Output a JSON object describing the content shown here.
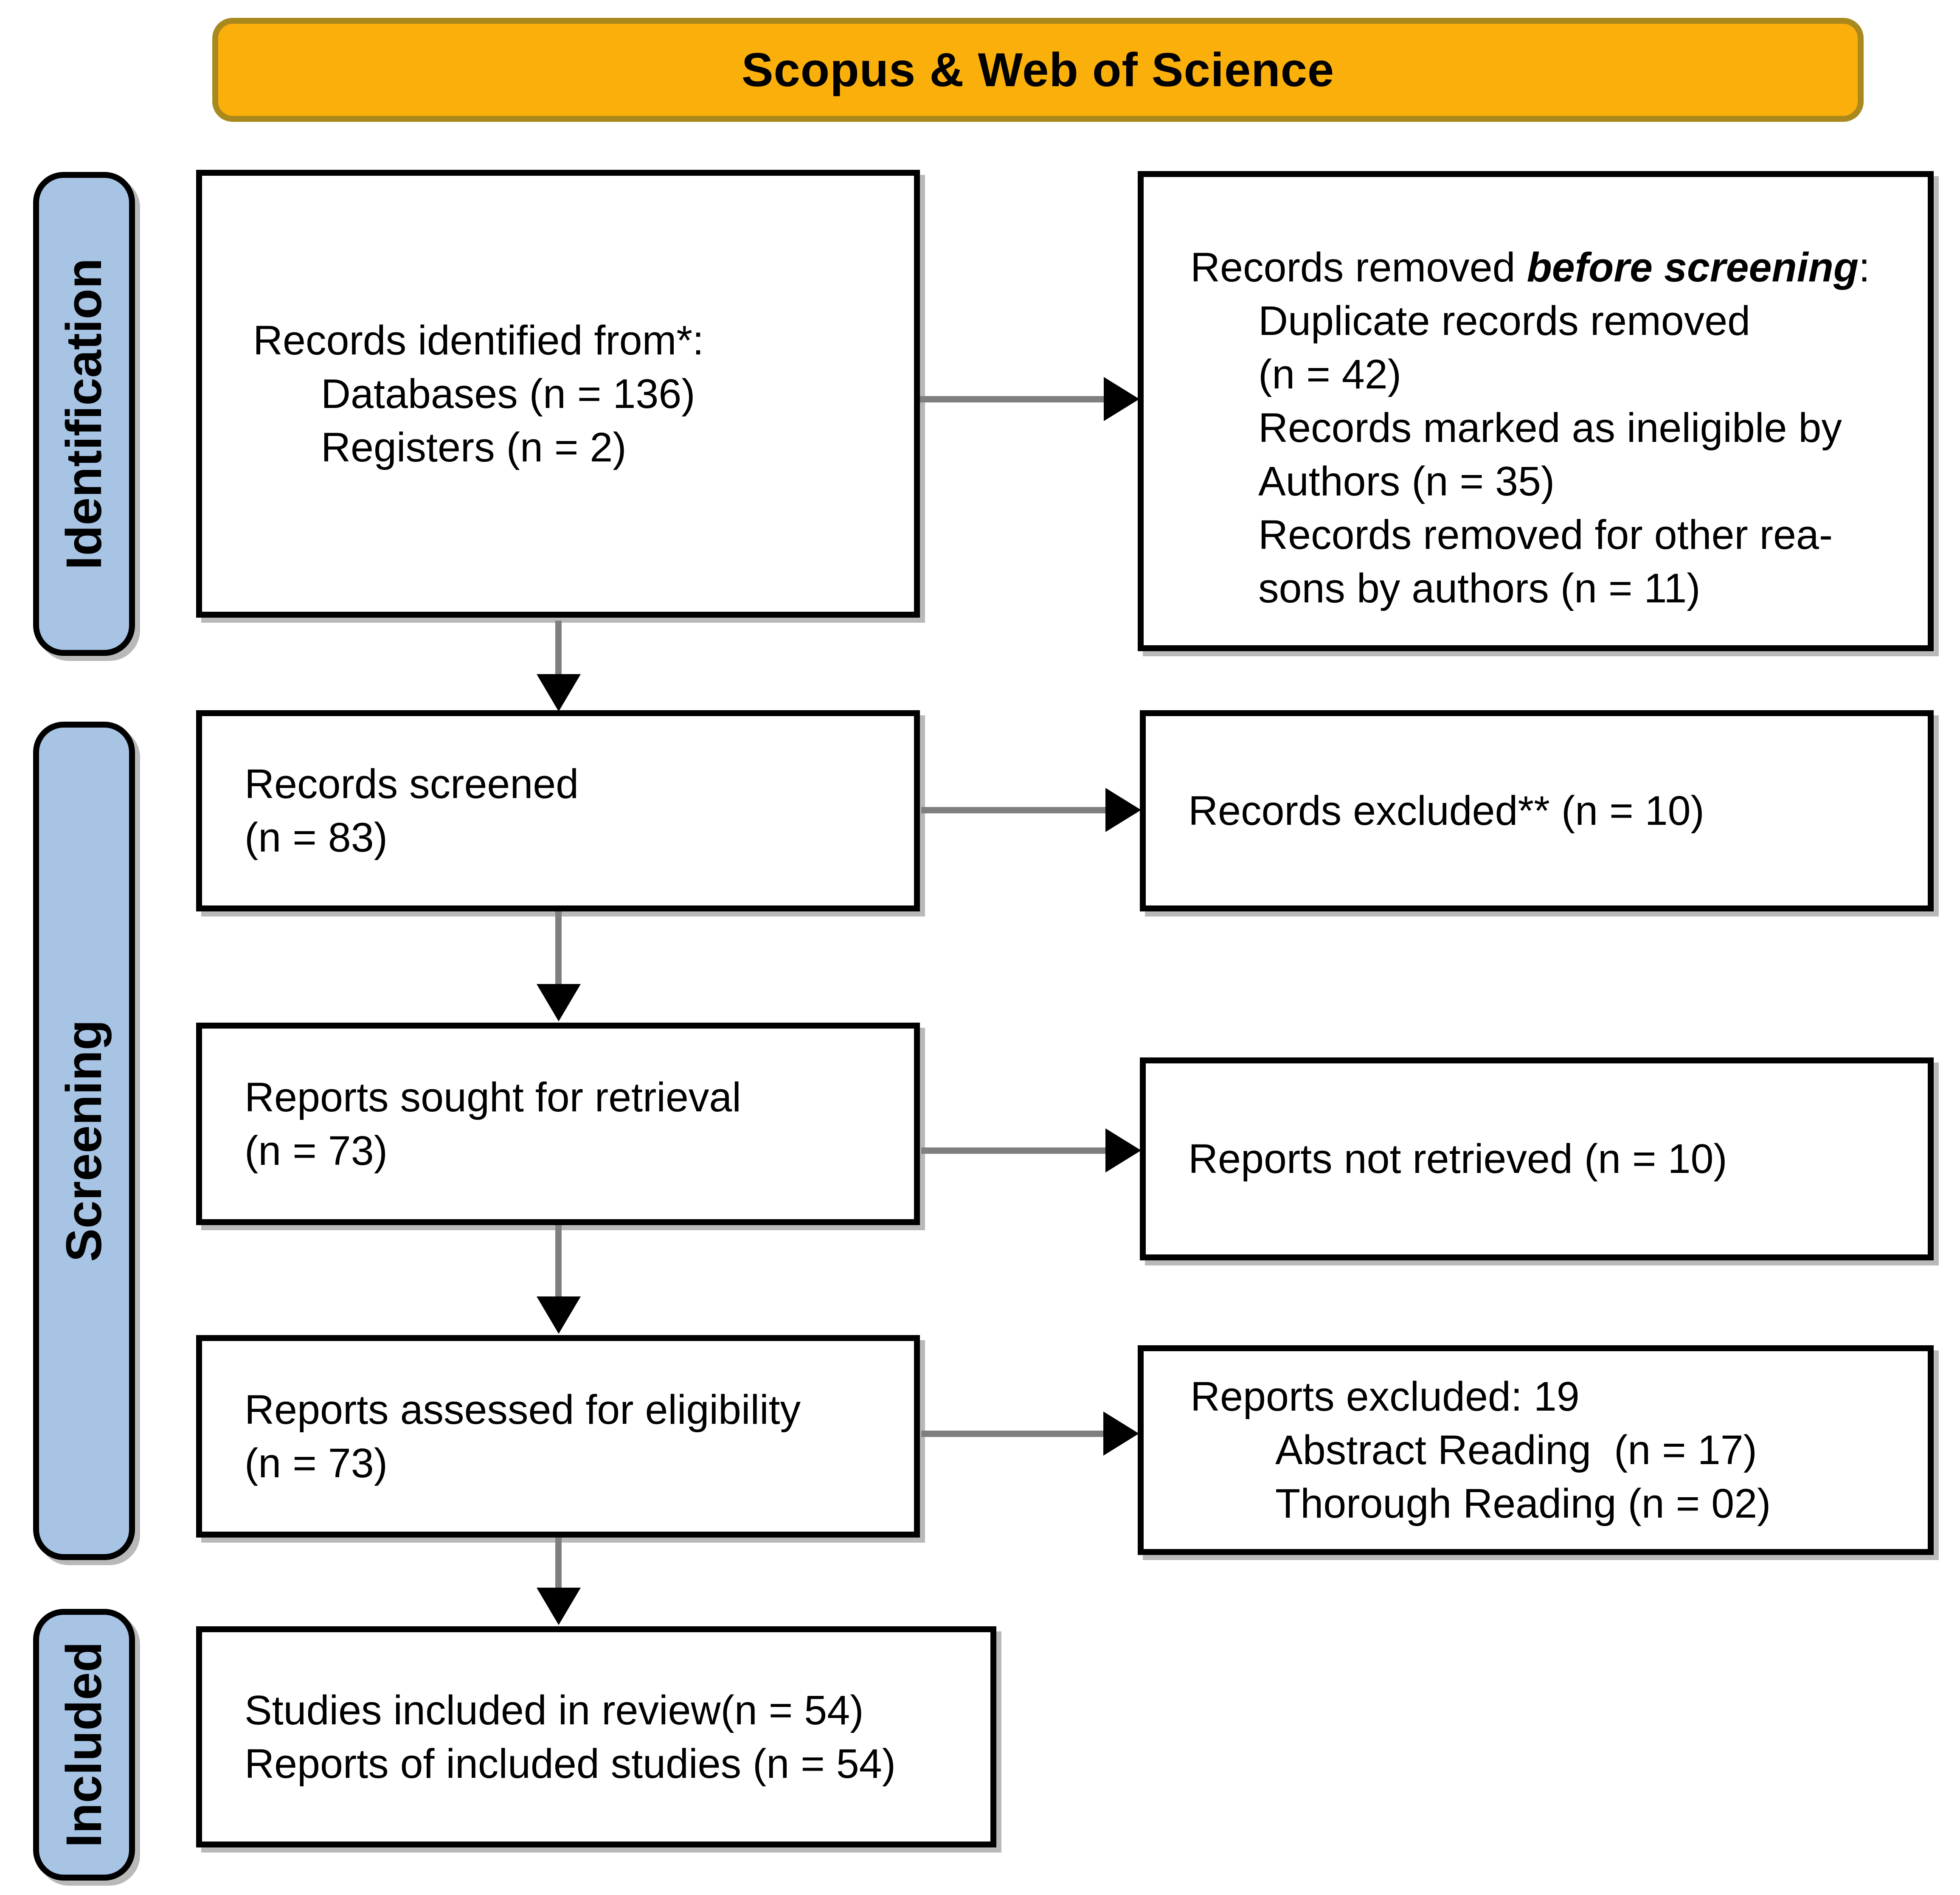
{
  "colors": {
    "banner_fill": "#FBAF0A",
    "banner_border": "#A9881E",
    "stage_fill": "#A8C4E4",
    "box_border": "#000000",
    "arrow_shaft": "#7F7F7F",
    "arrow_head": "#000000"
  },
  "banner": {
    "title": "Scopus & Web of Science"
  },
  "sidebar": {
    "identification": "Identification",
    "screening": "Screening",
    "included": "Included"
  },
  "flow": {
    "identified": {
      "line1": "Records identified from*:",
      "line2": "Databases (n = 136)",
      "line3": "Registers (n = 2)"
    },
    "removed": {
      "line1_prefix": "Records removed ",
      "line1_italic": "before screening",
      "line1_suffix": ":",
      "line2": "Duplicate records removed",
      "line3": "(n = 42)",
      "line4": "Records marked as ineligible by",
      "line5": "Authors (n = 35)",
      "line6": "Records removed for other rea-",
      "line7": "sons by authors (n = 11)"
    },
    "screened": {
      "line1": "Records screened",
      "line2": "(n = 83)"
    },
    "records_excluded": {
      "line1": "Records excluded** (n = 10)"
    },
    "sought": {
      "line1": "Reports sought for retrieval",
      "line2": "(n = 73)"
    },
    "not_retrieved": {
      "line1": "Reports not retrieved (n = 10)"
    },
    "assessed": {
      "line1": "Reports assessed for eligibility",
      "line2": "(n = 73)"
    },
    "reports_excluded": {
      "line1": "Reports excluded: 19",
      "line2": "Abstract Reading  (n = 17)",
      "line3": "Thorough Reading (n = 02)"
    },
    "included_studies": {
      "line1": "Studies included in review(n = 54)",
      "line2": "Reports of included studies (n = 54)"
    }
  }
}
